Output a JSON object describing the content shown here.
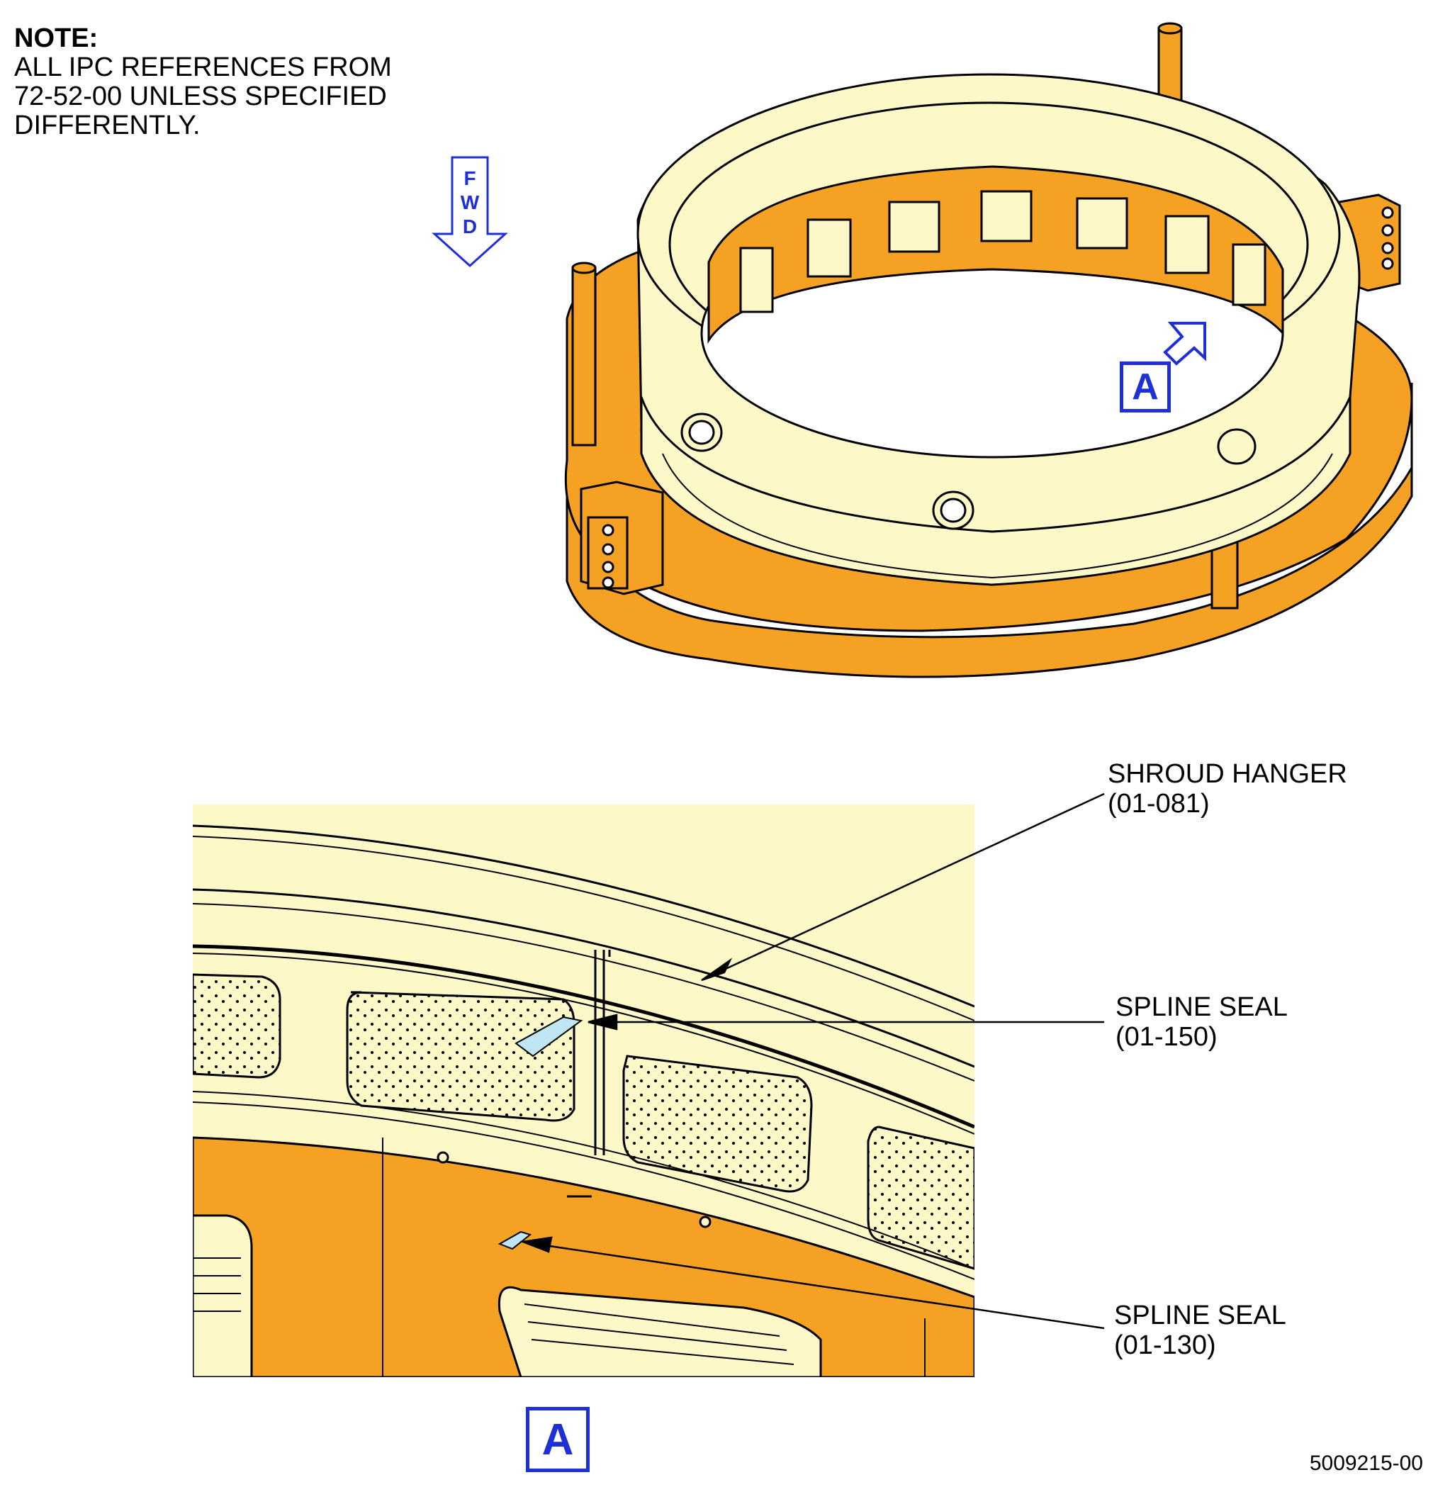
{
  "note": {
    "heading": "NOTE:",
    "lines": [
      "ALL IPC REFERENCES FROM",
      "72-52-00 UNLESS SPECIFIED",
      "DIFFERENTLY."
    ]
  },
  "fwd_arrow": {
    "letters": [
      "F",
      "W",
      "D"
    ]
  },
  "view_marker": "A",
  "detail_label": "A",
  "callouts": {
    "shroud_hanger": {
      "name": "SHROUD HANGER",
      "ref": "(01-081)"
    },
    "spline_seal_150": {
      "name": "SPLINE SEAL",
      "ref": "(01-150)"
    },
    "spline_seal_130": {
      "name": "SPLINE SEAL",
      "ref": "(01-130)"
    }
  },
  "figure_number": "5009215-00",
  "colors": {
    "fixture_orange": "#f5a123",
    "part_cream": "#fdf8c8",
    "marker_blue": "#1f2fd6",
    "seal_blue": "#bfe6f2"
  }
}
